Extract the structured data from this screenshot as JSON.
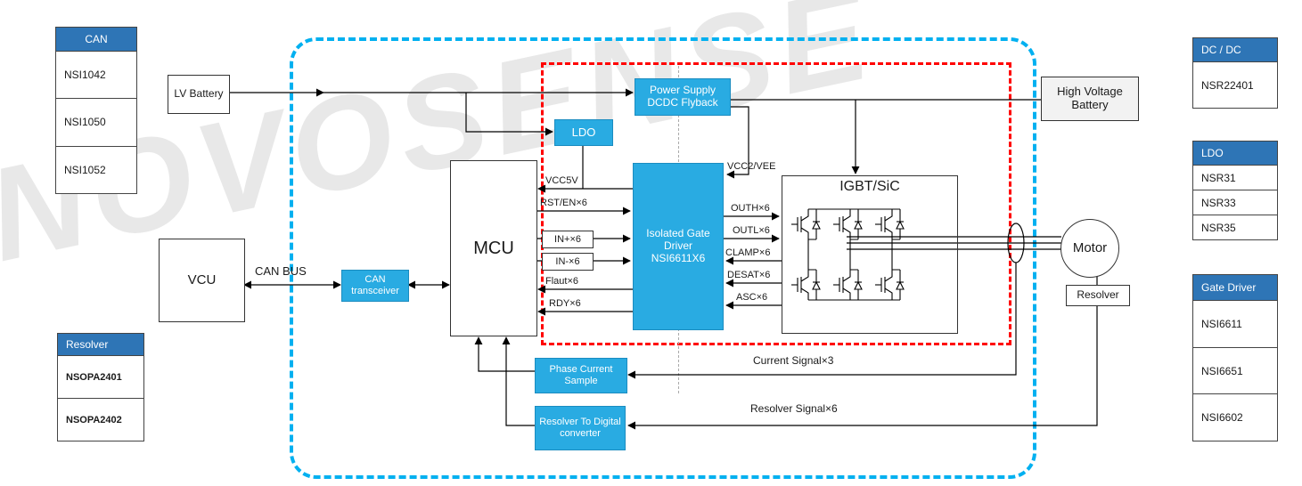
{
  "watermark": "NOVOSENSE",
  "colors": {
    "header_blue": "#2E75B6",
    "box_blue": "#29ABE2",
    "dashed_blue": "#00B0F0",
    "dashed_red": "#FF0000"
  },
  "left_panel": {
    "can_group": {
      "header": "CAN",
      "items": [
        "NSI1042",
        "NSI1050",
        "NSI1052"
      ]
    },
    "resolver_group": {
      "header": "Resolver",
      "items": [
        "NSOPA2401",
        "NSOPA2402"
      ]
    }
  },
  "blocks": {
    "lv_battery": "LV Battery",
    "vcu": "VCU",
    "can_bus_label": "CAN BUS",
    "can_transceiver": "CAN transceiver",
    "mcu": "MCU",
    "ldo": "LDO",
    "power_supply": "Power Supply DCDC Flyback",
    "gate_driver": "Isolated Gate Driver NSI6611X6",
    "igbt": "IGBT/SiC",
    "hv_battery": "High Voltage Battery",
    "motor": "Motor",
    "resolver": "Resolver",
    "phase_current_sample": "Phase Current Sample",
    "resolver_to_digital": "Resolver To Digital converter"
  },
  "signals": {
    "left": [
      "VCC5V",
      "RST/EN×6",
      "IN+×6",
      "IN-×6",
      "Flaut×6",
      "RDY×6"
    ],
    "right": [
      "VCC2/VEE",
      "OUTH×6",
      "OUTL×6",
      "CLAMP×6",
      "DESAT×6",
      "ASC×6"
    ],
    "current_signal": "Current Signal×3",
    "resolver_signal": "Resolver Signal×6"
  },
  "right_panel": {
    "dcdc_group": {
      "header": "DC / DC",
      "items": [
        "NSR22401"
      ]
    },
    "ldo_group": {
      "header": "LDO",
      "items": [
        "NSR31",
        "NSR33",
        "NSR35"
      ]
    },
    "gate_driver_group": {
      "header": "Gate Driver",
      "items": [
        "NSI6611",
        "NSI6651",
        "NSI6602"
      ]
    }
  }
}
